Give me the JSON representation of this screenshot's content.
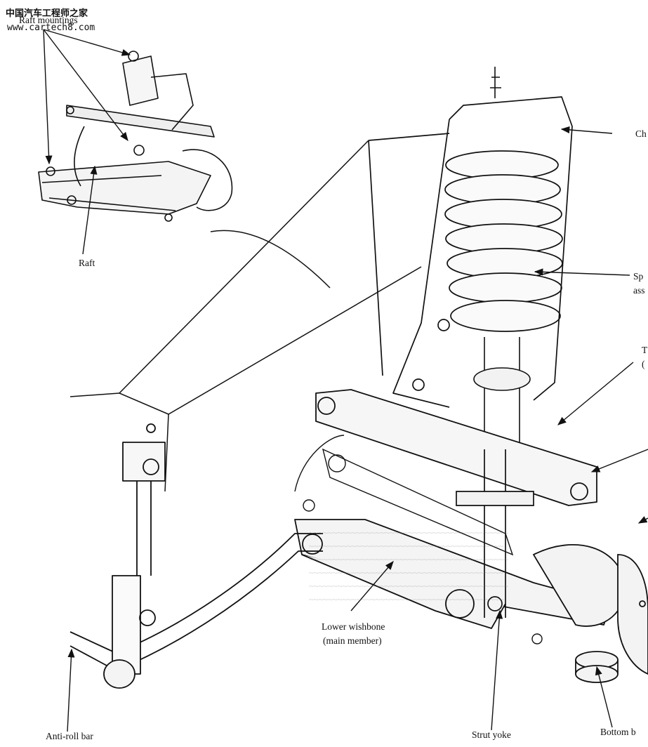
{
  "watermark": {
    "line1": "中国汽车工程师之家",
    "line2": "www.cartech8.com"
  },
  "labels": {
    "raft_mountings": "Raft mountings",
    "raft": "Raft",
    "chassis_top": "Ch",
    "spring_1": "Sp",
    "spring_2": "ass",
    "strut_1": "T",
    "strut_2": "(",
    "lower_wishbone_1": "Lower wishbone",
    "lower_wishbone_2": "(main member)",
    "anti_roll_bar": "Anti-roll bar",
    "strut_yoke": "Strut yoke",
    "bottom_ball": "Bottom b"
  },
  "colors": {
    "ink": "#111111",
    "paper": "#ffffff",
    "shade": "#cfcfcf",
    "ghost_text": "#8a8a8a"
  }
}
